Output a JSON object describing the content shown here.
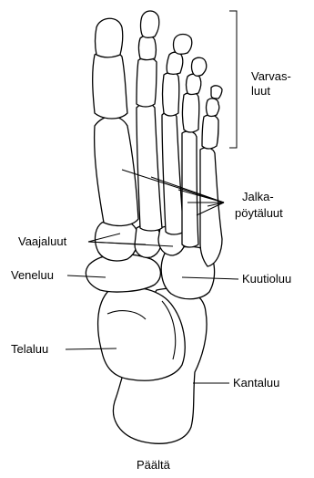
{
  "labels": {
    "phalanges": [
      "Varvas-",
      "luut"
    ],
    "metatarsals": [
      "Jalka-",
      "pöytäluut"
    ],
    "cuneiforms": "Vaajaluut",
    "navicular": "Veneluu",
    "cuboid": "Kuutioluu",
    "talus": "Telaluu",
    "calcaneus": "Kantaluu",
    "view": "Päältä"
  }
}
